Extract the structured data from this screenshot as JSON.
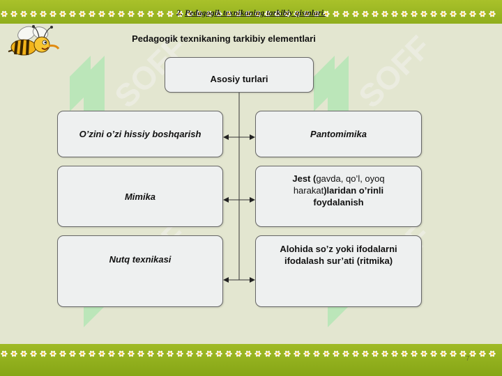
{
  "slide": {
    "number_prefix": "2.",
    "title": "Pedagogik texnikaning tarkibiy qismlari.",
    "page_number": "7"
  },
  "diagram": {
    "title": "Pedagogik texnikaning tarkibiy elementlari",
    "root": "Asosiy turlari",
    "left": [
      "O’zini o’zi hissiy boshqarish",
      "Mimika",
      "Nutq texnikasi"
    ],
    "right": {
      "r1": "Pantomimika",
      "r2": {
        "a": "Jest (",
        "b": "gavda, qo’l, oyoq harakat",
        "c": ")laridan o’rinli foydalanish"
      },
      "r3": "Alohida so’z yoki ifodalarni ifodalash sur’ati (ritmika)"
    }
  },
  "watermark": {
    "text": "SOFF"
  },
  "colors": {
    "band": "#9bb523",
    "background": "#e3e6d0",
    "node_fill": "#eef0f0",
    "node_border": "#666666",
    "watermark": "#9ce6a8"
  }
}
